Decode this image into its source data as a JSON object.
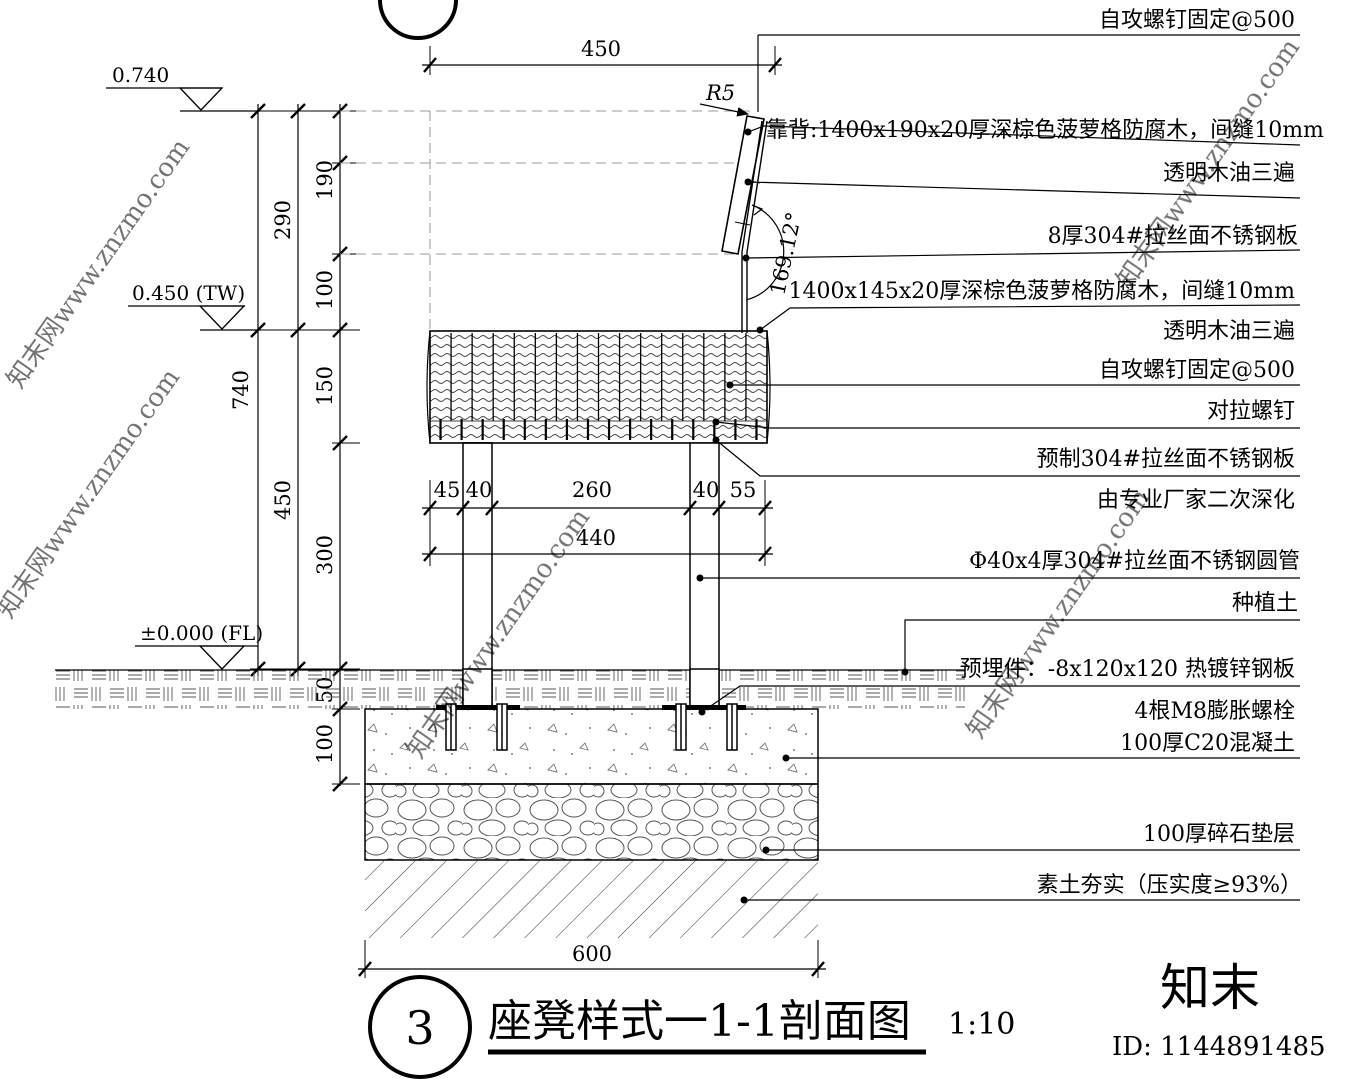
{
  "levels": {
    "top": "0.740",
    "tw": "0.450 (TW)",
    "fl": "±0.000 (FL)"
  },
  "dims": {
    "top_width": "450",
    "radius": "R5",
    "angle": "169.12°",
    "h290": "290",
    "h740": "740",
    "h450": "450",
    "h190": "190",
    "h100a": "100",
    "h150": "150",
    "h300": "300",
    "h50": "50",
    "h100b": "100",
    "w45": "45",
    "w40a": "40",
    "w260": "260",
    "w40b": "40",
    "w55": "55",
    "w440": "440",
    "w600": "600"
  },
  "notes": [
    "自攻螺钉固定@500",
    "靠背:1400x190x20厚深棕色菠萝格防腐木，间缝10mm",
    "透明木油三遍",
    "8厚304#拉丝面不锈钢板",
    "1400x145x20厚深棕色菠萝格防腐木，间缝10mm",
    "透明木油三遍",
    "自攻螺钉固定@500",
    "对拉螺钉",
    "预制304#拉丝面不锈钢板",
    "由专业厂家二次深化",
    "Φ40x4厚304#拉丝面不锈钢圆管",
    "种植土",
    "预埋件：-8x120x120 热镀锌钢板",
    "4根M8膨胀螺栓",
    "100厚C20混凝土",
    "100厚碎石垫层",
    "素土夯实（压实度≥93%）"
  ],
  "title": {
    "number": "3",
    "text": "座凳样式一1-1剖面图",
    "scale": "1:10"
  },
  "watermark": {
    "brand": "知末",
    "id": "ID: 1144891485",
    "site": "知末网www.znzmo.com"
  }
}
